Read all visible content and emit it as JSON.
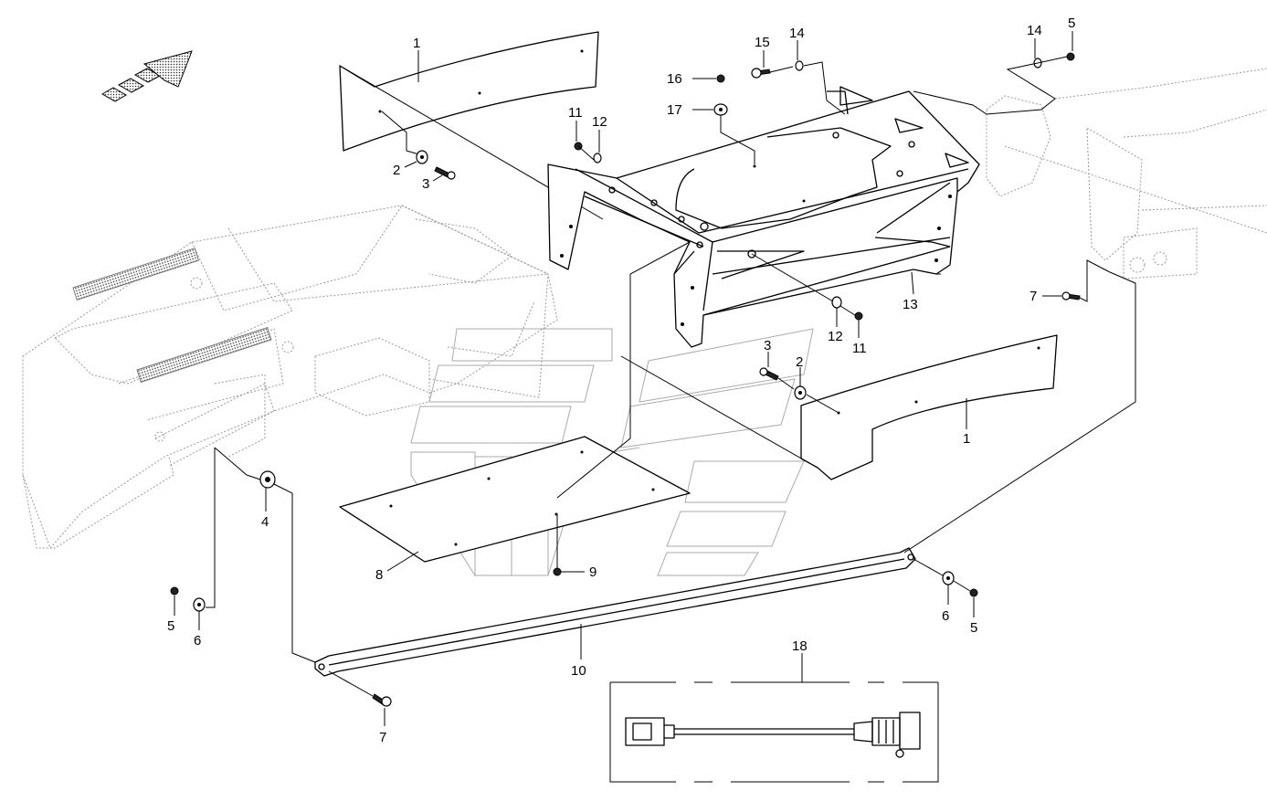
{
  "callouts": {
    "c1a": "1",
    "c1b": "1",
    "c2a": "2",
    "c2b": "2",
    "c3a": "3",
    "c3b": "3",
    "c4": "4",
    "c5a": "5",
    "c5b": "5",
    "c5c": "5",
    "c6a": "6",
    "c6b": "6",
    "c7a": "7",
    "c7b": "7",
    "c8": "8",
    "c9": "9",
    "c10": "10",
    "c11a": "11",
    "c11b": "11",
    "c12a": "12",
    "c12b": "12",
    "c13": "13",
    "c14a": "14",
    "c14b": "14",
    "c15": "15",
    "c16": "16",
    "c17": "17",
    "c18": "18"
  },
  "icons": {
    "direction": "direction-arrow-icon"
  }
}
